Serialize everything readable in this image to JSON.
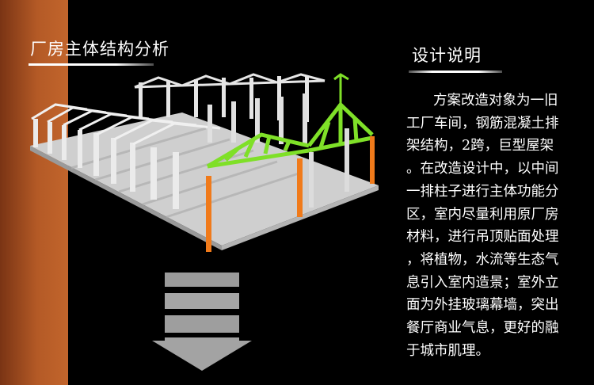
{
  "left_section": {
    "title": "厂房主体结构分析"
  },
  "right_section": {
    "title": "设计说明",
    "lines": [
      "方案改造对象为一旧",
      "工厂车间，钢筋混凝土排",
      "架结构，2跨，巨型屋架",
      "。在改造设计中，以中间",
      "一排柱子进行主体功能分",
      "区，室内尽量利用原厂房",
      "材料，进行吊顶贴面处理",
      "，将植物，水流等生态气",
      "息引入室内造景；室外立",
      "面为外挂玻璃幕墙，突出",
      "餐厅商业气息，更好的融",
      "于城市肌理。"
    ]
  },
  "colors": {
    "accent_orange": "#c2652c",
    "highlight_green": "#7fe028",
    "column_orange": "#f07a1a",
    "frame_white": "#e6e6e6",
    "floor_gray": "#cfcfcf"
  }
}
